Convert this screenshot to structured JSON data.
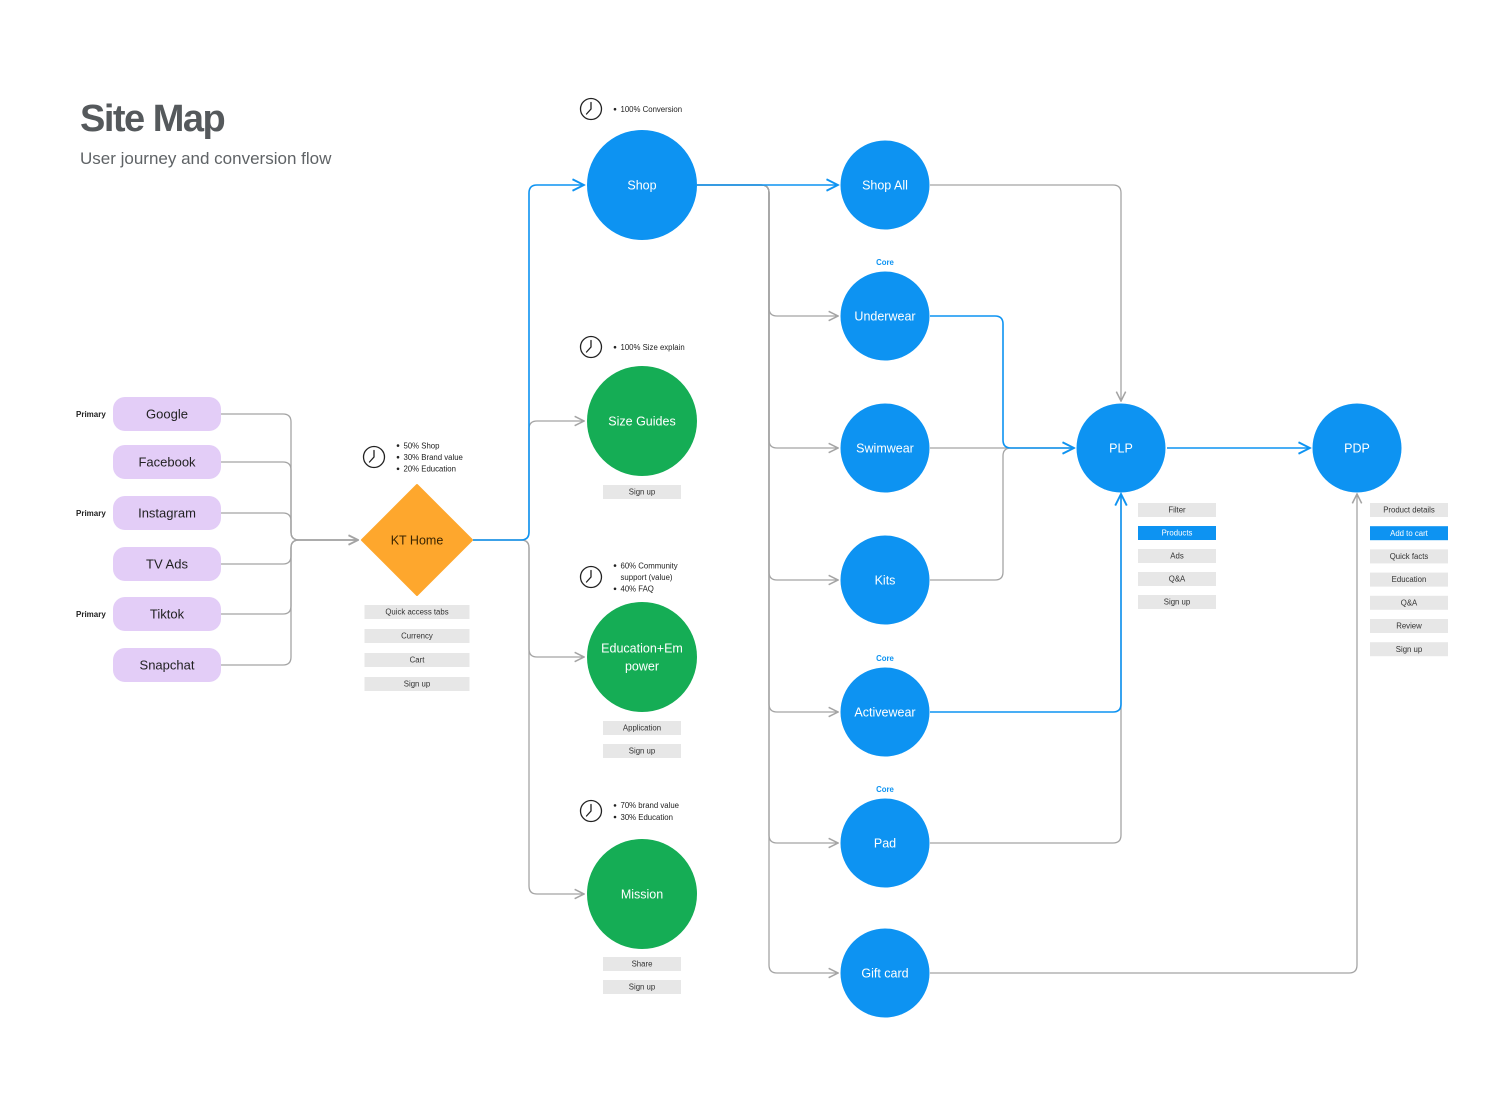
{
  "header": {
    "title": "Site Map",
    "subtitle": "User journey and conversion flow"
  },
  "colors": {
    "blue": "#0d93f2",
    "green": "#15ad55",
    "orange": "#fea72d",
    "purple": "#e3cdf7",
    "chip": "#e7e7e7",
    "chip_active": "#0d93f2",
    "line_gray": "#a4a4a4",
    "line_blue": "#0d93f2"
  },
  "sources": [
    {
      "id": "google",
      "label": "Google",
      "tag": "Primary"
    },
    {
      "id": "facebook",
      "label": "Facebook",
      "tag": ""
    },
    {
      "id": "instagram",
      "label": "Instagram",
      "tag": "Primary"
    },
    {
      "id": "tvads",
      "label": "TV Ads",
      "tag": ""
    },
    {
      "id": "tiktok",
      "label": "Tiktok",
      "tag": "Primary"
    },
    {
      "id": "snapchat",
      "label": "Snapchat",
      "tag": ""
    }
  ],
  "nodes": [
    {
      "id": "kt-home",
      "label": "KT Home",
      "shape": "diamond",
      "color": "orange",
      "tag": "",
      "notes": [
        "50% Shop",
        "30% Brand value",
        "20% Education"
      ],
      "chips": [
        {
          "label": "Quick access tabs",
          "active": false
        },
        {
          "label": "Currency",
          "active": false
        },
        {
          "label": "Cart",
          "active": false
        },
        {
          "label": "Sign up",
          "active": false
        }
      ]
    },
    {
      "id": "shop",
      "label": "Shop",
      "shape": "circle",
      "color": "blue",
      "tag": "",
      "notes": [
        "100% Conversion"
      ],
      "chips": []
    },
    {
      "id": "size-guides",
      "label": "Size Guides",
      "shape": "circle",
      "color": "green",
      "tag": "",
      "notes": [
        "100% Size explain"
      ],
      "chips": [
        {
          "label": "Sign up",
          "active": false
        }
      ]
    },
    {
      "id": "education",
      "label": "Education+Em power",
      "shape": "circle",
      "color": "green",
      "tag": "",
      "notes": [
        "60% Community support (value)",
        "40% FAQ"
      ],
      "chips": [
        {
          "label": "Application",
          "active": false
        },
        {
          "label": "Sign up",
          "active": false
        }
      ]
    },
    {
      "id": "mission",
      "label": "Mission",
      "shape": "circle",
      "color": "green",
      "tag": "",
      "notes": [
        "70% brand value",
        "30% Education"
      ],
      "chips": [
        {
          "label": "Share",
          "active": false
        },
        {
          "label": "Sign up",
          "active": false
        }
      ]
    },
    {
      "id": "shop-all",
      "label": "Shop All",
      "shape": "circle",
      "color": "blue",
      "tag": "",
      "notes": [],
      "chips": []
    },
    {
      "id": "underwear",
      "label": "Underwear",
      "shape": "circle",
      "color": "blue",
      "tag": "Core",
      "notes": [],
      "chips": []
    },
    {
      "id": "swimwear",
      "label": "Swimwear",
      "shape": "circle",
      "color": "blue",
      "tag": "",
      "notes": [],
      "chips": []
    },
    {
      "id": "kits",
      "label": "Kits",
      "shape": "circle",
      "color": "blue",
      "tag": "",
      "notes": [],
      "chips": []
    },
    {
      "id": "activewear",
      "label": "Activewear",
      "shape": "circle",
      "color": "blue",
      "tag": "Core",
      "notes": [],
      "chips": []
    },
    {
      "id": "pad",
      "label": "Pad",
      "shape": "circle",
      "color": "blue",
      "tag": "Core",
      "notes": [],
      "chips": []
    },
    {
      "id": "gift-card",
      "label": "Gift card",
      "shape": "circle",
      "color": "blue",
      "tag": "",
      "notes": [],
      "chips": []
    },
    {
      "id": "plp",
      "label": "PLP",
      "shape": "circle",
      "color": "blue",
      "tag": "",
      "notes": [],
      "chips": [
        {
          "label": "Filter",
          "active": false
        },
        {
          "label": "Products",
          "active": true
        },
        {
          "label": "Ads",
          "active": false
        },
        {
          "label": "Q&A",
          "active": false
        },
        {
          "label": "Sign up",
          "active": false
        }
      ]
    },
    {
      "id": "pdp",
      "label": "PDP",
      "shape": "circle",
      "color": "blue",
      "tag": "",
      "notes": [],
      "chips": [
        {
          "label": "Product details",
          "active": false
        },
        {
          "label": "Add to cart",
          "active": true
        },
        {
          "label": "Quick facts",
          "active": false
        },
        {
          "label": "Education",
          "active": false
        },
        {
          "label": "Q&A",
          "active": false
        },
        {
          "label": "Review",
          "active": false
        },
        {
          "label": "Sign up",
          "active": false
        }
      ]
    }
  ],
  "edges": [
    {
      "from": "google",
      "to": "kt-home",
      "style": "gray"
    },
    {
      "from": "facebook",
      "to": "kt-home",
      "style": "gray"
    },
    {
      "from": "instagram",
      "to": "kt-home",
      "style": "gray"
    },
    {
      "from": "tvads",
      "to": "kt-home",
      "style": "gray"
    },
    {
      "from": "tiktok",
      "to": "kt-home",
      "style": "gray"
    },
    {
      "from": "snapchat",
      "to": "kt-home",
      "style": "gray"
    },
    {
      "from": "kt-home",
      "to": "shop",
      "style": "blue"
    },
    {
      "from": "kt-home",
      "to": "size-guides",
      "style": "gray"
    },
    {
      "from": "kt-home",
      "to": "education",
      "style": "gray"
    },
    {
      "from": "kt-home",
      "to": "mission",
      "style": "gray"
    },
    {
      "from": "shop",
      "to": "shop-all",
      "style": "blue"
    },
    {
      "from": "shop",
      "to": "underwear",
      "style": "gray"
    },
    {
      "from": "shop",
      "to": "swimwear",
      "style": "gray"
    },
    {
      "from": "shop",
      "to": "kits",
      "style": "gray"
    },
    {
      "from": "shop",
      "to": "activewear",
      "style": "gray"
    },
    {
      "from": "shop",
      "to": "pad",
      "style": "gray"
    },
    {
      "from": "shop",
      "to": "gift-card",
      "style": "gray"
    },
    {
      "from": "shop-all",
      "to": "plp",
      "style": "gray"
    },
    {
      "from": "underwear",
      "to": "plp",
      "style": "blue"
    },
    {
      "from": "swimwear",
      "to": "plp",
      "style": "gray"
    },
    {
      "from": "kits",
      "to": "plp",
      "style": "gray"
    },
    {
      "from": "activewear",
      "to": "plp",
      "style": "blue"
    },
    {
      "from": "pad",
      "to": "plp",
      "style": "gray"
    },
    {
      "from": "plp",
      "to": "pdp",
      "style": "blue"
    },
    {
      "from": "gift-card",
      "to": "pdp",
      "style": "gray"
    }
  ]
}
